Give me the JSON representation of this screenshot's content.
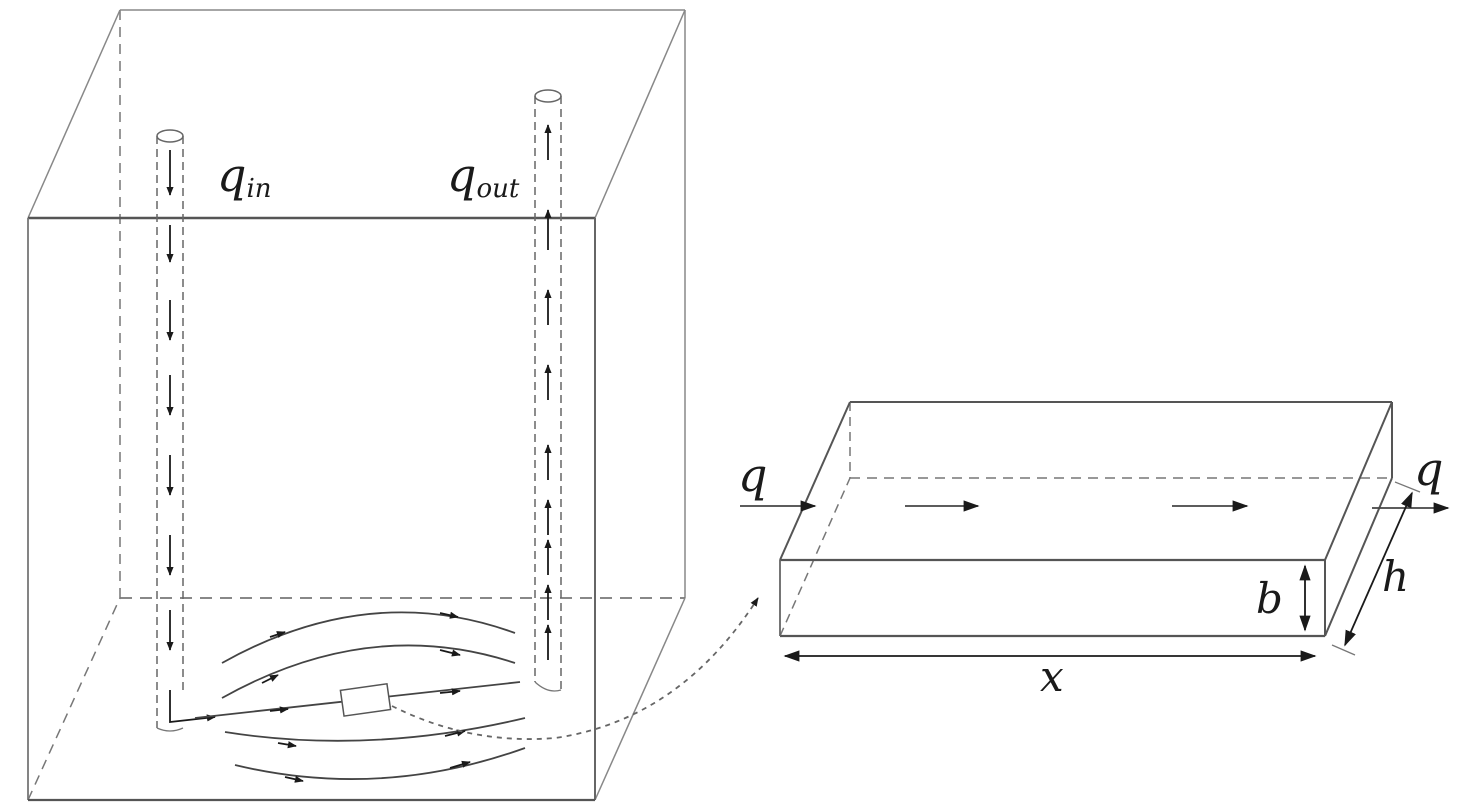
{
  "labels": {
    "q_in": {
      "main": "q",
      "sub": "in"
    },
    "q_out": {
      "main": "q",
      "sub": "out"
    },
    "q_left": "q",
    "q_right": "q",
    "b": "b",
    "h": "h",
    "x": "x"
  },
  "colors": {
    "line": "#4a4a4a",
    "dash": "#6a6a6a",
    "arrow": "#1a1a1a",
    "text": "#1a1a1a"
  }
}
